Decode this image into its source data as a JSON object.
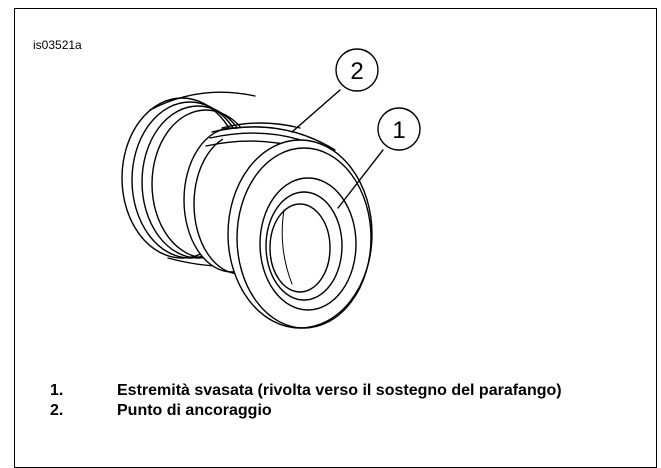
{
  "figure": {
    "id": "is03521a"
  },
  "callouts": [
    {
      "number": "1"
    },
    {
      "number": "2"
    }
  ],
  "legend": [
    {
      "number": "1.",
      "text": "Estremità svasata (rivolta verso il sostegno del parafango)"
    },
    {
      "number": "2.",
      "text": "Punto di ancoraggio"
    }
  ]
}
